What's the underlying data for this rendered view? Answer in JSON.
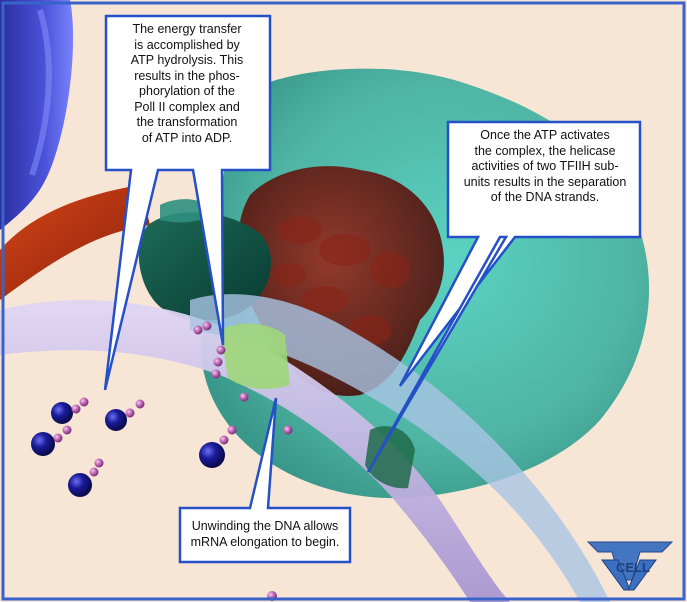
{
  "callouts": {
    "atp_hydrolysis": "The energy transfer\nis accomplished by\nATP hydrolysis. This\nresults in the phos-\nphorylation of the\nPoll II complex and\nthe transformation\nof ATP into ADP.",
    "helicase": "Once the ATP activates\nthe complex, the helicase\nactivities of two TFIIH sub-\nunits results in the separation\nof the DNA strands.",
    "unwinding": "Unwinding the DNA allows\nmRNA elongation to begin."
  },
  "logo": {
    "name": "cell-logo",
    "text": "CELL",
    "color": "#3b6fbf"
  },
  "colors": {
    "background": "#f7e6d6",
    "frame": "#3a63c9",
    "callout_border": "#2450c8",
    "teal_blob": "#2bb6a5",
    "red_protein": "#6e1710",
    "dna_strand": "#c9b8e6",
    "atp_sphere": "#1a1b8c",
    "phosphate": "#c06cb8"
  }
}
